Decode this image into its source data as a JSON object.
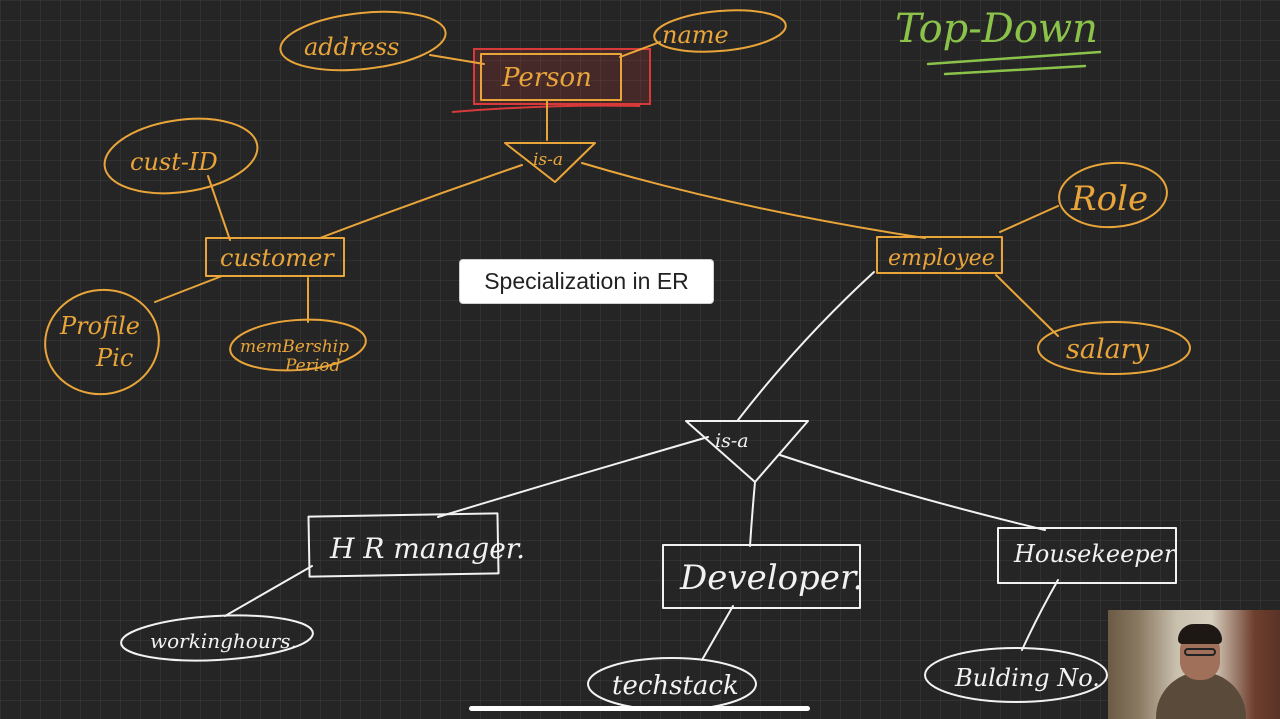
{
  "heading": "Top-Down",
  "caption": "Specialization in ER",
  "entities": {
    "person": "Person",
    "customer": "customer",
    "employee": "employee",
    "hr_manager": "H R manager.",
    "developer": "Developer.",
    "housekeeper": "Housekeeper"
  },
  "relationships": {
    "top_isa": "is-a",
    "employee_isa": "is-a"
  },
  "attributes": {
    "address": "address",
    "name": "name",
    "cust_id": "cust-ID",
    "profile_pic_line1": "Profile",
    "profile_pic_line2": "Pic",
    "membership_line1": "memBership",
    "membership_line2": "Period",
    "role": "Role",
    "salary": "salary",
    "working_hours": "workinghours.",
    "tech_stack": "techstack",
    "building_no": "Bulding No."
  },
  "colors": {
    "background": "#252525",
    "orange_ink": "#e9a53a",
    "white_ink": "#f2f2f2",
    "green_ink": "#8bc34a",
    "highlight": "#d83a3a"
  },
  "icons": {
    "webcam": "presenter-webcam"
  },
  "playback_progress": 0.27
}
